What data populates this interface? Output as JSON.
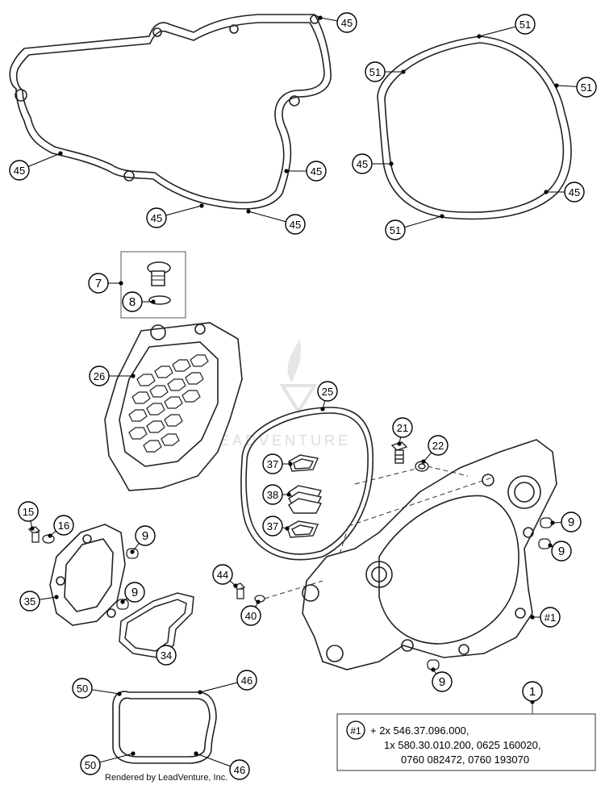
{
  "watermark": {
    "text": "LEADVENTURE"
  },
  "footer": {
    "text": "Rendered by LeadVenture, Inc."
  },
  "note": {
    "ref": "#1",
    "line1": "+ 2x 546.37.096.000,",
    "line2": "1x 580.30.010.200, 0625 160020,",
    "line3": "0760 082472, 0760 193070"
  },
  "callouts": [
    {
      "id": "c45a",
      "label": "45"
    },
    {
      "id": "c45b",
      "label": "45"
    },
    {
      "id": "c45c",
      "label": "45"
    },
    {
      "id": "c45d",
      "label": "45"
    },
    {
      "id": "c45e",
      "label": "45"
    },
    {
      "id": "c51a",
      "label": "51"
    },
    {
      "id": "c51b",
      "label": "51"
    },
    {
      "id": "c51c",
      "label": "51"
    },
    {
      "id": "c45f",
      "label": "45"
    },
    {
      "id": "c45g",
      "label": "45"
    },
    {
      "id": "c51d",
      "label": "51"
    },
    {
      "id": "c7",
      "label": "7"
    },
    {
      "id": "c8",
      "label": "8"
    },
    {
      "id": "c26",
      "label": "26"
    },
    {
      "id": "c25",
      "label": "25"
    },
    {
      "id": "c21",
      "label": "21"
    },
    {
      "id": "c22",
      "label": "22"
    },
    {
      "id": "c37a",
      "label": "37"
    },
    {
      "id": "c38",
      "label": "38"
    },
    {
      "id": "c37b",
      "label": "37"
    },
    {
      "id": "c15",
      "label": "15"
    },
    {
      "id": "c16",
      "label": "16"
    },
    {
      "id": "c9a",
      "label": "9"
    },
    {
      "id": "c9b",
      "label": "9"
    },
    {
      "id": "c9c",
      "label": "9"
    },
    {
      "id": "c9d",
      "label": "9"
    },
    {
      "id": "c9e",
      "label": "9"
    },
    {
      "id": "c35",
      "label": "35"
    },
    {
      "id": "c34",
      "label": "34"
    },
    {
      "id": "c44",
      "label": "44"
    },
    {
      "id": "c40",
      "label": "40"
    },
    {
      "id": "c1ref",
      "label": "#1"
    },
    {
      "id": "c1",
      "label": "1"
    },
    {
      "id": "c50a",
      "label": "50"
    },
    {
      "id": "c46a",
      "label": "46"
    },
    {
      "id": "c50b",
      "label": "50"
    },
    {
      "id": "c46b",
      "label": "46"
    }
  ]
}
